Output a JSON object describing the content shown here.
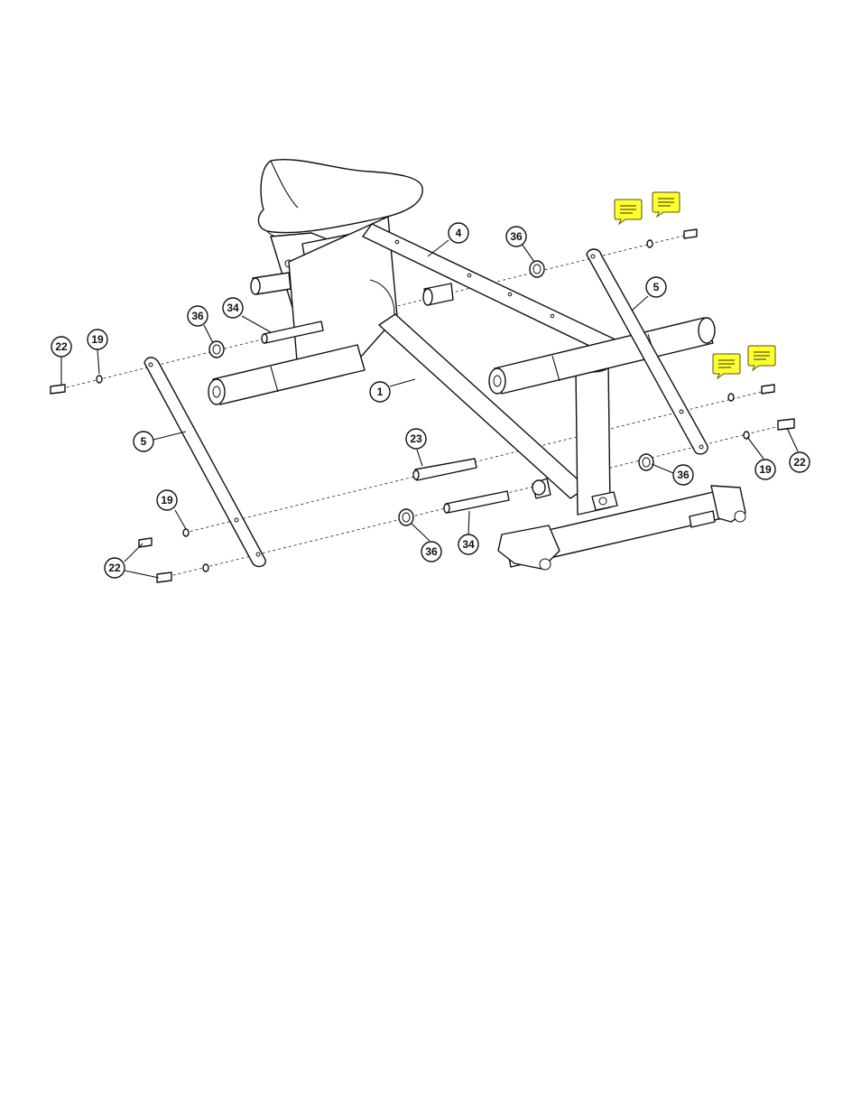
{
  "callouts": [
    {
      "id": "c4",
      "label": "4"
    },
    {
      "id": "c36a",
      "label": "36"
    },
    {
      "id": "c5a",
      "label": "5"
    },
    {
      "id": "c36b",
      "label": "36"
    },
    {
      "id": "c34a",
      "label": "34"
    },
    {
      "id": "c22a",
      "label": "22"
    },
    {
      "id": "c19a",
      "label": "19"
    },
    {
      "id": "c1",
      "label": "1"
    },
    {
      "id": "c5b",
      "label": "5"
    },
    {
      "id": "c23",
      "label": "23"
    },
    {
      "id": "c36c",
      "label": "36"
    },
    {
      "id": "c19b",
      "label": "19"
    },
    {
      "id": "c22b",
      "label": "22"
    },
    {
      "id": "c19c",
      "label": "19"
    },
    {
      "id": "c22c",
      "label": "22"
    },
    {
      "id": "c36d",
      "label": "36"
    },
    {
      "id": "c34b",
      "label": "34"
    }
  ],
  "colors": {
    "line": "#111111",
    "note_fill": "#ffff33",
    "background": "#ffffff"
  },
  "annotations": [
    {
      "id": "note1",
      "icon": "comment-note-icon"
    },
    {
      "id": "note2",
      "icon": "comment-note-icon"
    },
    {
      "id": "note3",
      "icon": "comment-note-icon"
    },
    {
      "id": "note4",
      "icon": "comment-note-icon"
    }
  ]
}
